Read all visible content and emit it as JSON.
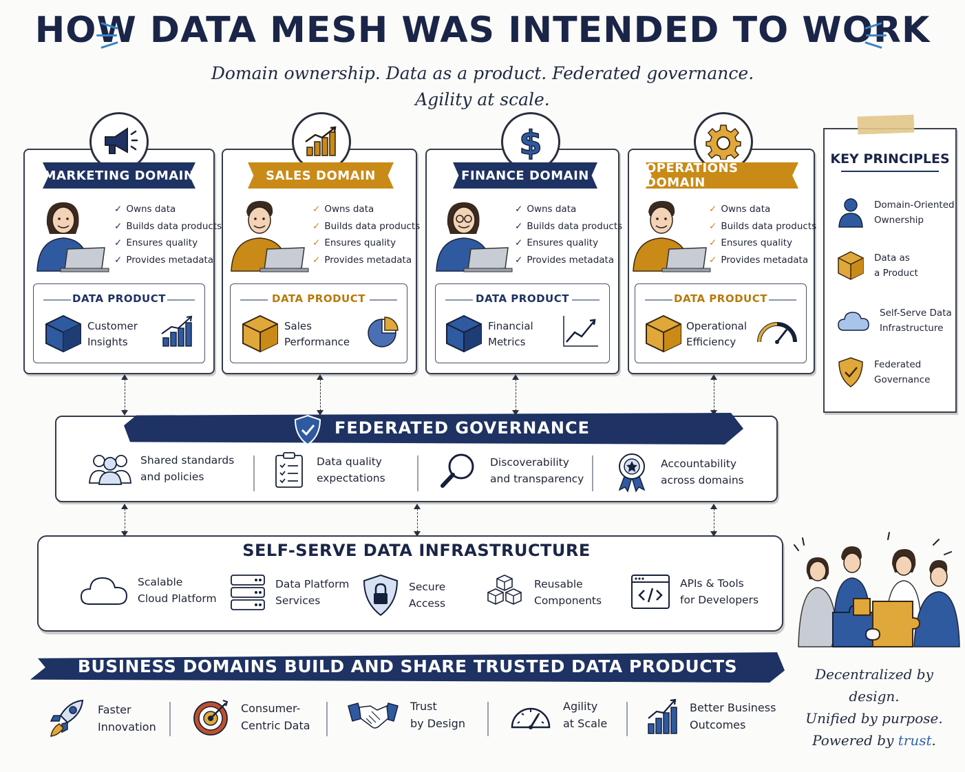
{
  "title": "HOW DATA MESH WAS INTENDED TO WORK",
  "subtitle": {
    "line1": "Domain ownership. Data as a product. Federated governance.",
    "line2": "Agility at scale."
  },
  "colors": {
    "navy": "#1e3263",
    "gold": "#c98a17",
    "accent_blue": "#3a84c9"
  },
  "domains": [
    {
      "name": "MARKETING DOMAIN",
      "icon": "megaphone-icon",
      "theme": "navy",
      "checks": [
        "Owns data",
        "Builds data products",
        "Ensures quality",
        "Provides metadata"
      ],
      "product_label": "DATA PRODUCT",
      "product_line1": "Customer",
      "product_line2": "Insights",
      "product_icon": "bar-chart-icon"
    },
    {
      "name": "SALES DOMAIN",
      "icon": "growth-chart-icon",
      "theme": "gold",
      "checks": [
        "Owns data",
        "Builds data products",
        "Ensures quality",
        "Provides metadata"
      ],
      "product_label": "DATA PRODUCT",
      "product_line1": "Sales",
      "product_line2": "Performance",
      "product_icon": "pie-chart-icon"
    },
    {
      "name": "FINANCE DOMAIN",
      "icon": "dollar-icon",
      "theme": "navy",
      "checks": [
        "Owns data",
        "Builds data products",
        "Ensures quality",
        "Provides metadata"
      ],
      "product_label": "DATA PRODUCT",
      "product_line1": "Financial",
      "product_line2": "Metrics",
      "product_icon": "line-chart-icon"
    },
    {
      "name": "OPERATIONS DOMAIN",
      "icon": "gear-icon",
      "theme": "gold",
      "checks": [
        "Owns data",
        "Builds data products",
        "Ensures quality",
        "Provides metadata"
      ],
      "product_label": "DATA PRODUCT",
      "product_line1": "Operational",
      "product_line2": "Efficiency",
      "product_icon": "gauge-icon"
    }
  ],
  "key_principles": {
    "title": "KEY PRINCIPLES",
    "items": [
      {
        "line1": "Domain-Oriented",
        "line2": "Ownership",
        "icon": "person-icon"
      },
      {
        "line1": "Data as",
        "line2": "a Product",
        "icon": "cube-icon"
      },
      {
        "line1": "Self-Serve Data",
        "line2": "Infrastructure",
        "icon": "cloud-icon"
      },
      {
        "line1": "Federated",
        "line2": "Governance",
        "icon": "shield-icon"
      }
    ]
  },
  "governance": {
    "title": "FEDERATED GOVERNANCE",
    "items": [
      {
        "line1": "Shared standards",
        "line2": "and policies",
        "icon": "group-icon"
      },
      {
        "line1": "Data quality",
        "line2": "expectations",
        "icon": "checklist-icon"
      },
      {
        "line1": "Discoverability",
        "line2": "and transparency",
        "icon": "magnifier-icon"
      },
      {
        "line1": "Accountability",
        "line2": "across domains",
        "icon": "award-icon"
      }
    ]
  },
  "infrastructure": {
    "title": "SELF-SERVE DATA INFRASTRUCTURE",
    "items": [
      {
        "line1": "Scalable",
        "line2": "Cloud Platform",
        "icon": "cloud-icon"
      },
      {
        "line1": "Data Platform",
        "line2": "Services",
        "icon": "server-icon"
      },
      {
        "line1": "Secure",
        "line2": "Access",
        "icon": "lock-shield-icon"
      },
      {
        "line1": "Reusable",
        "line2": "Components",
        "icon": "blocks-icon"
      },
      {
        "line1": "APIs & Tools",
        "line2": "for Developers",
        "icon": "code-window-icon"
      }
    ]
  },
  "business": {
    "title": "BUSINESS DOMAINS BUILD AND SHARE TRUSTED DATA PRODUCTS",
    "outcomes": [
      {
        "line1": "Faster",
        "line2": "Innovation",
        "icon": "rocket-icon"
      },
      {
        "line1": "Consumer-",
        "line2": "Centric Data",
        "icon": "target-icon"
      },
      {
        "line1": "Trust",
        "line2": "by Design",
        "icon": "handshake-icon"
      },
      {
        "line1": "Agility",
        "line2": "at Scale",
        "icon": "speedometer-icon"
      },
      {
        "line1": "Better Business",
        "line2": "Outcomes",
        "icon": "rising-bars-icon"
      }
    ]
  },
  "tagline": {
    "line1": "Decentralized by design.",
    "line2": "Unified by purpose.",
    "line3_prefix": "Powered by ",
    "line3_accent": "trust",
    "line3_suffix": "."
  }
}
